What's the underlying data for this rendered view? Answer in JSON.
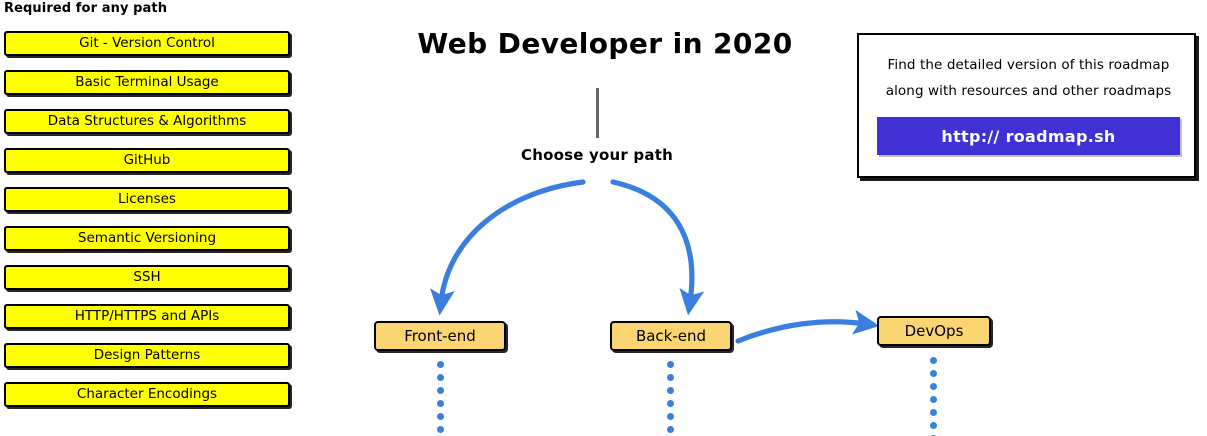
{
  "title": "Web Developer in 2020",
  "required_section": {
    "heading": "Required for any path",
    "items": [
      {
        "label": "Git - Version Control"
      },
      {
        "label": "Basic Terminal Usage"
      },
      {
        "label": "Data Structures & Algorithms"
      },
      {
        "label": "GitHub"
      },
      {
        "label": "Licenses"
      },
      {
        "label": "Semantic Versioning"
      },
      {
        "label": "SSH"
      },
      {
        "label": "HTTP/HTTPS and APIs"
      },
      {
        "label": "Design Patterns"
      },
      {
        "label": "Character Encodings"
      }
    ]
  },
  "center": {
    "choose_path_label": "Choose your path",
    "paths": [
      {
        "label": "Front-end"
      },
      {
        "label": "Back-end"
      },
      {
        "label": "DevOps"
      }
    ]
  },
  "info_box": {
    "line_1": "Find the detailed version of this roadmap",
    "line_2": "along with resources and other roadmaps",
    "button_label": "http:// roadmap.sh"
  },
  "colors": {
    "required_box_fill": "#ffff00",
    "path_box_fill": "#fcd573",
    "arrow_blue": "#3a7fe0",
    "button_violet": "#3f31d4",
    "trunk_gray": "#666666",
    "outline_black": "#000000",
    "background": "#ffffff"
  }
}
